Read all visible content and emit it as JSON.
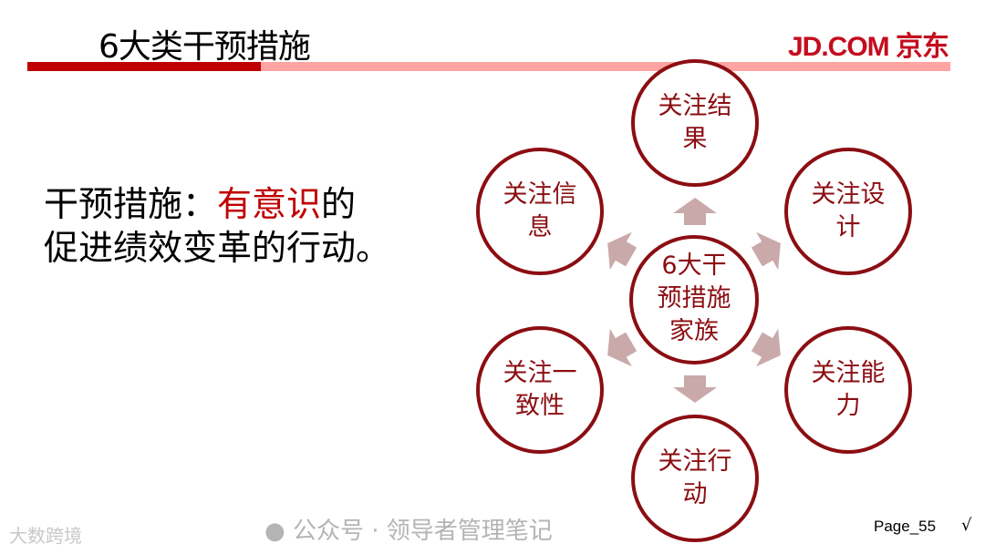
{
  "header": {
    "title": "6大类干预措施",
    "logo": "JD.COM 京东"
  },
  "statement": {
    "prefix": "干预措施：",
    "highlight": "有意识",
    "suffix_line1": "的",
    "line2": "促进绩效变革的行动。"
  },
  "diagram": {
    "center": [
      "6大干",
      "预措施",
      "家族"
    ],
    "nodes": [
      {
        "id": "top",
        "lines": [
          "关注结",
          "果"
        ]
      },
      {
        "id": "upper-right",
        "lines": [
          "关注设",
          "计"
        ]
      },
      {
        "id": "lower-right",
        "lines": [
          "关注能",
          "力"
        ]
      },
      {
        "id": "bottom",
        "lines": [
          "关注行",
          "动"
        ]
      },
      {
        "id": "lower-left",
        "lines": [
          "关注一",
          "致性"
        ]
      },
      {
        "id": "upper-left",
        "lines": [
          "关注信",
          "息"
        ]
      }
    ],
    "colors": {
      "circle": "#8b0e12",
      "arrow": "#c9a9aa",
      "accent": "#c00000"
    }
  },
  "footer": {
    "page": "Page_55",
    "check": "√",
    "watermark": "公众号 · 领导者管理笔记",
    "watermark2": "大数跨境"
  }
}
